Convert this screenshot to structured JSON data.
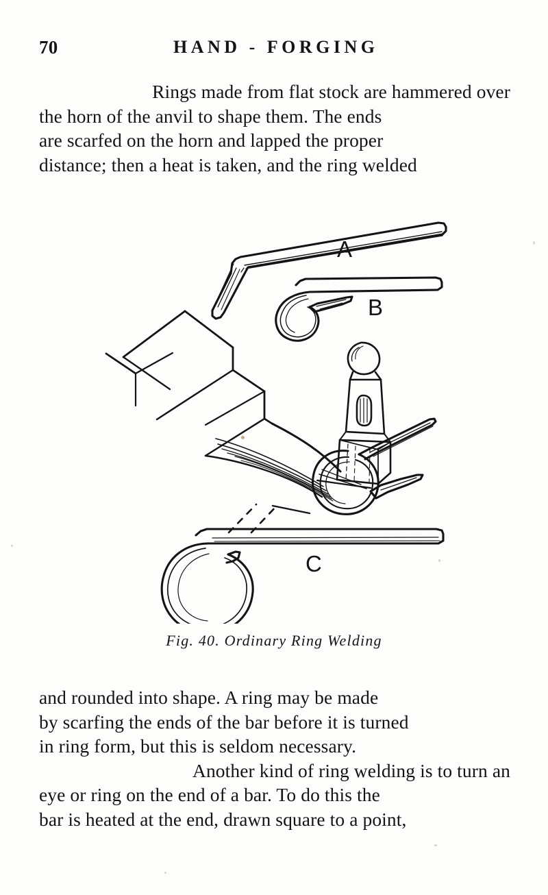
{
  "page": {
    "folio": "70",
    "running_title": "HAND - FORGING",
    "background_color": "#fdfdfc",
    "ink_color": "#141414"
  },
  "paragraph_top": {
    "lines": [
      "Rings made from flat stock are hammered over",
      "the horn of the anvil to shape them.   The ends",
      "are scarfed on the horn and lapped the proper",
      "distance; then a heat is taken, and the ring welded"
    ]
  },
  "figure": {
    "caption": "Fig. 40.  Ordinary Ring Welding",
    "labels": {
      "a": "A",
      "b": "B",
      "c": "C"
    },
    "parts": {
      "bent_bar": "bent flat bar",
      "curled_bar": "bar curled into ring with scarfed lap",
      "anvil": "anvil with horn",
      "hammer": "ball-peen hammer head",
      "ring_on_horn": "ring being welded on the anvil horn",
      "finished_ring": "welded ring on end of bar"
    }
  },
  "paragraph_bottom": {
    "lines": [
      "and rounded into shape.   A ring may be made",
      "by scarfing the ends of the bar before it is turned",
      "in ring form, but this is seldom necessary.",
      "Another kind of ring welding is to turn an",
      "eye or ring on the end of a bar.   To do this the",
      "bar is heated at the end, drawn square to a point,"
    ]
  }
}
